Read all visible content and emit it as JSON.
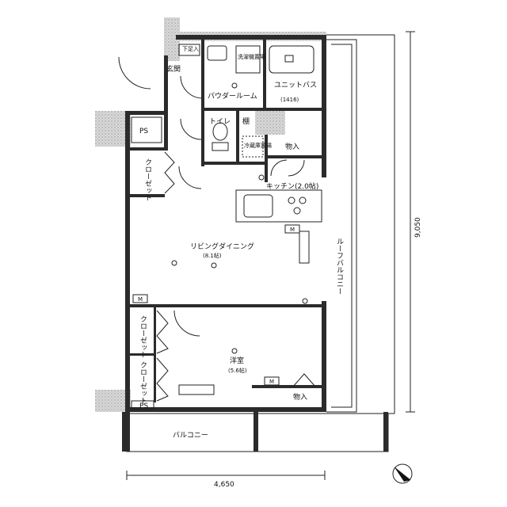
{
  "rooms": {
    "genkan": "玄関",
    "shoes": "下足入",
    "washer": "洗濯機置場",
    "powder": "パウダールーム",
    "unit_bath": "ユニットバス",
    "unit_bath_size": "(1416)",
    "toilet": "トイレ",
    "shelf": "棚",
    "fridge": "冷蔵庫置場",
    "storage_top": "物入",
    "kitchen": "キッチン(2.0帖)",
    "closet_top": "クローゼット",
    "ps_top": "PS",
    "living": "リビングダイニング",
    "living_size": "(8.1帖)",
    "roof_balcony": "ルーフバルコニー",
    "closet_1": "クローゼット",
    "closet_2": "クローゼット",
    "western": "洋室",
    "western_size": "(5.6帖)",
    "storage_bottom": "物入",
    "ps_bottom": "PS",
    "balcony": "バルコニー",
    "m_mark": "M"
  },
  "dimensions": {
    "width": "4,650",
    "height": "9,050"
  },
  "compass": "compass-north-arrow"
}
